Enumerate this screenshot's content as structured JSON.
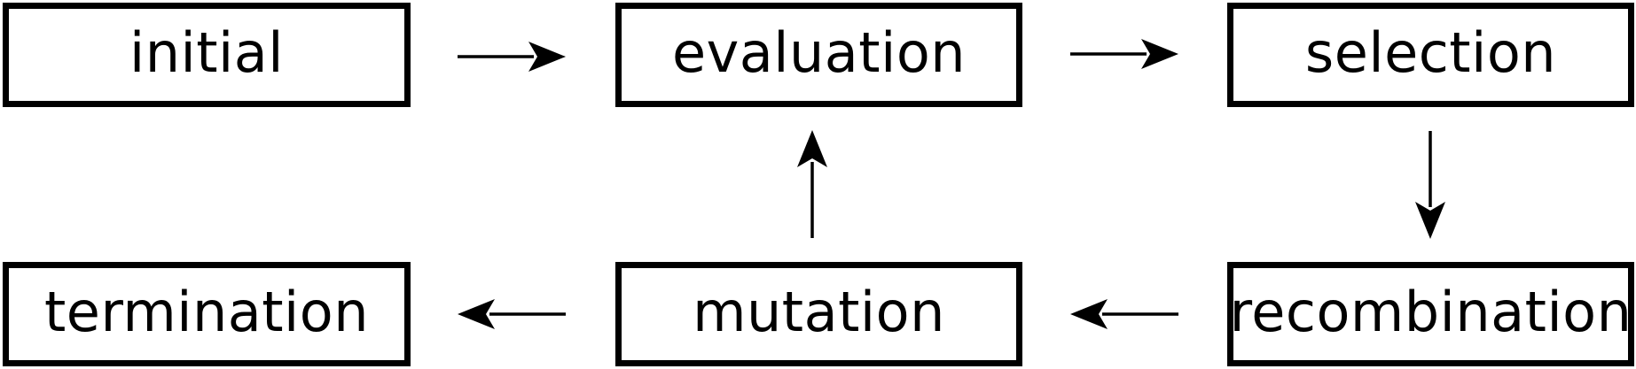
{
  "diagram": {
    "colors": {
      "stroke": "#000000",
      "background": "#ffffff"
    },
    "nodes": {
      "initial": "initial",
      "evaluation": "evaluation",
      "selection": "selection",
      "termination": "termination",
      "mutation": "mutation",
      "recombination": "recombination"
    },
    "edges": [
      {
        "from": "initial",
        "to": "evaluation"
      },
      {
        "from": "evaluation",
        "to": "selection"
      },
      {
        "from": "selection",
        "to": "recombination"
      },
      {
        "from": "recombination",
        "to": "mutation"
      },
      {
        "from": "mutation",
        "to": "evaluation"
      },
      {
        "from": "mutation",
        "to": "termination"
      }
    ]
  }
}
